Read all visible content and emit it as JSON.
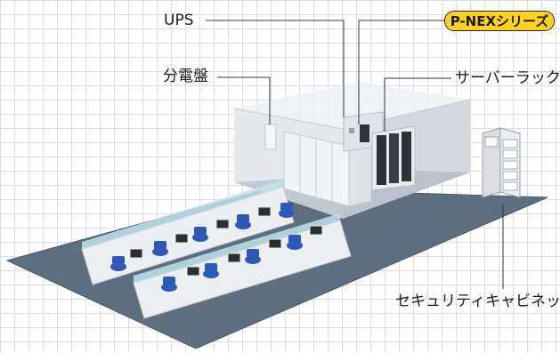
{
  "labels": {
    "ups": "UPS",
    "series": "P-NEXシリーズ",
    "distribution_board": "分電盤",
    "server_rack": "サーバーラック",
    "security_cabinet": "セキュリティキャビネット"
  },
  "colors": {
    "floor": "#5d6f7e",
    "series_badge": "#ffd21f",
    "chair": "#2f57b8",
    "partition": "#bfe3ea"
  }
}
